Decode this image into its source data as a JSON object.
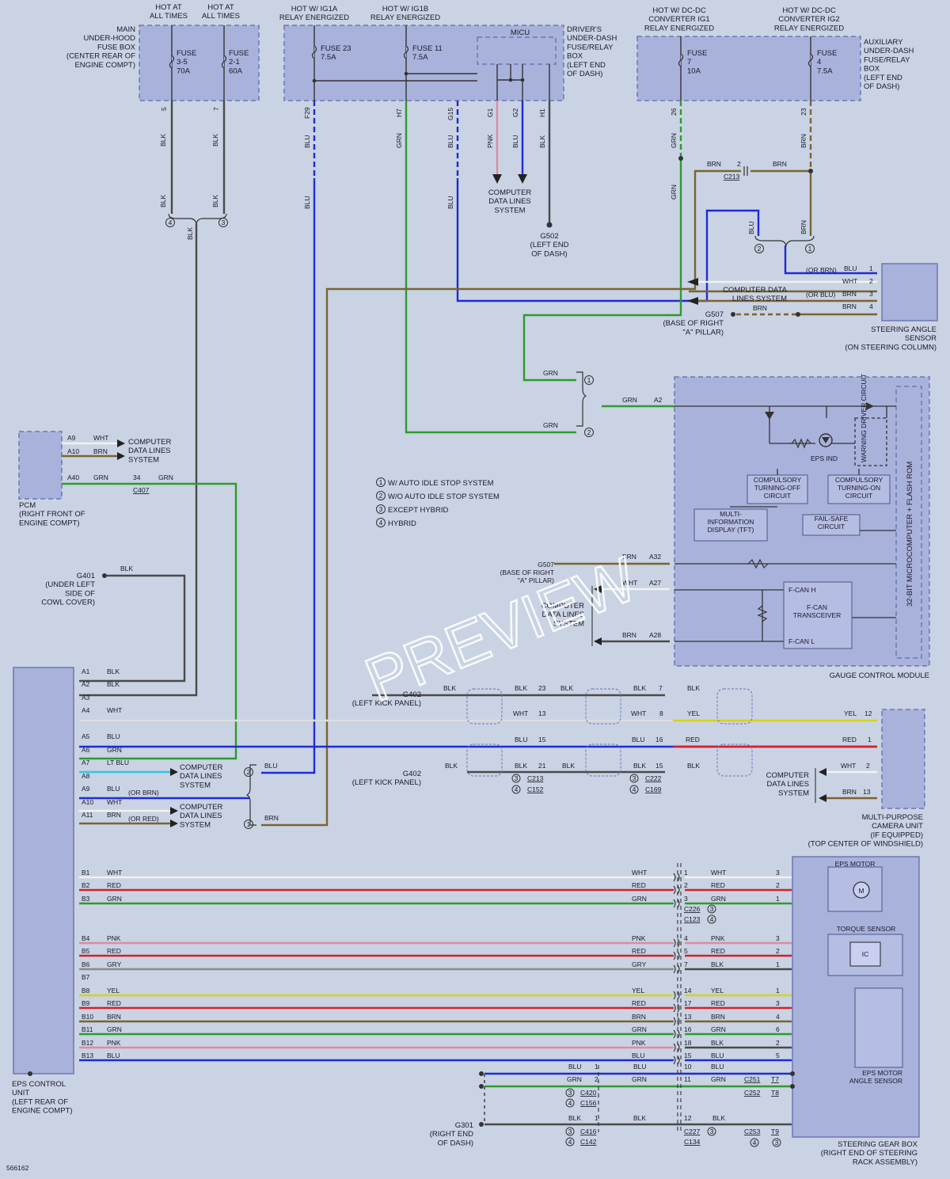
{
  "watermark": "PREVIEW",
  "figure_id": "566162",
  "colors": {
    "BLK": "#4a4a4a",
    "BLU": "#1f2bd6",
    "GRN": "#2f9a2f",
    "BRN": "#7a6432",
    "WHT": "#f2f2f2",
    "RED": "#d81e2a",
    "YEL": "#d4d41a",
    "PNK": "#e08aa0",
    "GRY": "#8a8a8a",
    "LTBLU": "#30c8e0"
  },
  "hot_labels": [
    {
      "id": "h1",
      "text": "HOT AT\nALL TIMES"
    },
    {
      "id": "h2",
      "text": "HOT AT\nALL TIMES"
    },
    {
      "id": "h3",
      "text": "HOT W/ IG1A\nRELAY ENERGIZED"
    },
    {
      "id": "h4",
      "text": "HOT W/ IG1B\nRELAY ENERGIZED"
    },
    {
      "id": "h5",
      "text": "HOT W/ DC-DC\nCONVERTER IG1\nRELAY ENERGIZED"
    },
    {
      "id": "h6",
      "text": "HOT W/ DC-DC\nCONVERTER IG2\nRELAY ENERGIZED"
    }
  ],
  "boxes": {
    "main_fuse": "MAIN\nUNDER-HOOD\nFUSE BOX\n(CENTER REAR OF\nENGINE COMPT)",
    "drivers_box": "DRIVER'S\nUNDER-DASH\nFUSE/RELAY\nBOX\n(LEFT END\nOF DASH)",
    "aux_box": "AUXILIARY\nUNDER-DASH\nFUSE/RELAY\nBOX\n(LEFT END\nOF DASH)",
    "micu": "MICU",
    "steering_angle": "STEERING ANGLE\nSENSOR\n(ON STEERING COLUMN)",
    "pcm": "PCM\n(RIGHT FRONT OF\nENGINE COMPT)",
    "gauge": "GAUGE CONTROL MODULE",
    "camera": "MULTI-PURPOSE\nCAMERA UNIT\n(IF EQUIPPED)\n(TOP CENTER OF WINDSHIELD)",
    "eps_unit": "EPS CONTROL\nUNIT\n(LEFT REAR OF\nENGINE COMPT)",
    "gear_box": "STEERING GEAR BOX\n(RIGHT END OF STEERING\nRACK ASSEMBLY)",
    "eps_motor": "EPS MOTOR",
    "torque": "TORQUE SENSOR",
    "ic": "IC",
    "motor_angle": "EPS MOTOR\nANGLE SENSOR"
  },
  "fuses": [
    {
      "id": "f1",
      "text": "FUSE\n3-5\n70A"
    },
    {
      "id": "f2",
      "text": "FUSE\n2-1\n60A"
    },
    {
      "id": "f3",
      "text": "FUSE 23\n7.5A"
    },
    {
      "id": "f4",
      "text": "FUSE 11\n7.5A"
    },
    {
      "id": "f5",
      "text": "FUSE\n7\n10A"
    },
    {
      "id": "f6",
      "text": "FUSE\n4\n7.5A"
    }
  ],
  "gauge_inner": {
    "eps_ind": "EPS IND",
    "warning": "WARNING\nDRIVER\nCIRCUIT",
    "turn_off": "COMPULSORY\nTURNING-OFF\nCIRCUIT",
    "turn_on": "COMPULSORY\nTURNING-ON\nCIRCUIT",
    "mid": "MULTI-\nINFORMATION\nDISPLAY (TFT)",
    "failsafe": "FAIL-SAFE\nCIRCUIT",
    "fcan_h": "F-CAN H",
    "fcan_l": "F-CAN L",
    "transceiver": "F-CAN\nTRANSCEIVER",
    "micro": "32-BIT MICROCOMPUTER + FLASH ROM"
  },
  "legend": [
    {
      "n": "1",
      "text": "W/ AUTO IDLE STOP SYSTEM"
    },
    {
      "n": "2",
      "text": "W/O AUTO IDLE STOP SYSTEM"
    },
    {
      "n": "3",
      "text": "EXCEPT HYBRID"
    },
    {
      "n": "4",
      "text": "HYBRID"
    }
  ],
  "grounds": {
    "g502": "G502\n(LEFT END\nOF DASH)",
    "g507": "G507\n(BASE OF RIGHT\n\"A\" PILLAR)",
    "g507b": "G507\n(BASE OF RIGHT\n\"A\" PILLAR)",
    "g401": "G401\n(UNDER LEFT\nSIDE OF\nCOWL COVER)",
    "g402a": "G402\n(LEFT KICK PANEL)",
    "g402b": "G402\n(LEFT KICK PANEL)",
    "g301": "G301\n(RIGHT END\nOF DASH)"
  },
  "cdls": "COMPUTER\nDATA LINES\nSYSTEM",
  "cdls_sa": "COMPUTER DATA\nLINES SYSTEM",
  "pins_top": [
    {
      "id": "p5",
      "t": "5"
    },
    {
      "id": "p7",
      "t": "7"
    },
    {
      "id": "pF29",
      "t": "F29"
    },
    {
      "id": "pH7",
      "t": "H7"
    },
    {
      "id": "pG15",
      "t": "G15"
    },
    {
      "id": "pG1",
      "t": "G1"
    },
    {
      "id": "pG2",
      "t": "G2"
    },
    {
      "id": "pH1",
      "t": "H1"
    },
    {
      "id": "p26",
      "t": "26"
    },
    {
      "id": "p23",
      "t": "23"
    }
  ],
  "connectors": {
    "c213a": "C213",
    "c407": "C407",
    "c213b": "C213",
    "c152": "C152",
    "c222": "C222",
    "c169": "C169",
    "c226": "C226",
    "c123": "C123",
    "c420": "C420",
    "c156": "C156",
    "c416": "C416",
    "c142": "C142",
    "c227": "C227",
    "c134": "C134",
    "c251": "C251",
    "c252": "C252",
    "c253": "C253",
    "t7": "T7",
    "t8": "T8",
    "t9": "T9"
  },
  "eps_pins_a": [
    {
      "pin": "A1",
      "wire": "BLK"
    },
    {
      "pin": "A2",
      "wire": "BLK"
    },
    {
      "pin": "A3",
      "wire": ""
    },
    {
      "pin": "A4",
      "wire": "WHT"
    },
    {
      "pin": "A5",
      "wire": "BLU"
    },
    {
      "pin": "A6",
      "wire": "GRN"
    },
    {
      "pin": "A7",
      "wire": "LT BLU"
    },
    {
      "pin": "A8",
      "wire": ""
    },
    {
      "pin": "A9",
      "wire": "BLU"
    },
    {
      "pin": "A10",
      "wire": "WHT"
    },
    {
      "pin": "A11",
      "wire": "BRN"
    }
  ],
  "eps_pins_b": [
    {
      "pin": "B1",
      "wire": "WHT",
      "c": "WHT",
      "mid": "1",
      "gw": "WHT",
      "gp": "3"
    },
    {
      "pin": "B2",
      "wire": "RED",
      "c": "RED",
      "mid": "2",
      "gw": "RED",
      "gp": "2"
    },
    {
      "pin": "B3",
      "wire": "GRN",
      "c": "GRN",
      "mid": "3",
      "gw": "GRN",
      "gp": "1"
    },
    {
      "pin": "B4",
      "wire": "PNK",
      "c": "PNK",
      "mid": "4",
      "gw": "PNK",
      "gp": "3"
    },
    {
      "pin": "B5",
      "wire": "RED",
      "c": "RED",
      "mid": "5",
      "gw": "RED",
      "gp": "2"
    },
    {
      "pin": "B6",
      "wire": "GRY",
      "c": "GRY",
      "mid": "7",
      "gw": "BLK",
      "gp": "1"
    },
    {
      "pin": "B7",
      "wire": "",
      "c": "",
      "mid": "",
      "gw": "",
      "gp": ""
    },
    {
      "pin": "B8",
      "wire": "YEL",
      "c": "YEL",
      "mid": "14",
      "gw": "YEL",
      "gp": "1"
    },
    {
      "pin": "B9",
      "wire": "RED",
      "c": "RED",
      "mid": "17",
      "gw": "RED",
      "gp": "3"
    },
    {
      "pin": "B10",
      "wire": "BRN",
      "c": "BRN",
      "mid": "13",
      "gw": "BRN",
      "gp": "4"
    },
    {
      "pin": "B11",
      "wire": "GRN",
      "c": "GRN",
      "mid": "16",
      "gw": "GRN",
      "gp": "6"
    },
    {
      "pin": "B12",
      "wire": "PNK",
      "c": "PNK",
      "mid": "18",
      "gw": "BLK",
      "gp": "2"
    },
    {
      "pin": "B13",
      "wire": "BLU",
      "c": "BLU",
      "mid": "15",
      "gw": "BLU",
      "gp": "5"
    }
  ]
}
